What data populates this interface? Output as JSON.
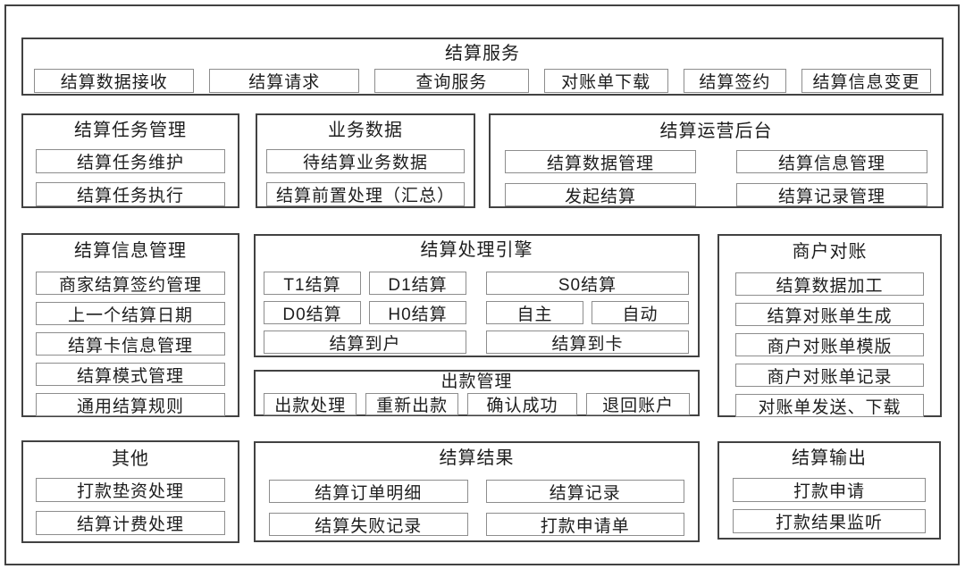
{
  "colors": {
    "frame_border": "#424242",
    "section_border": "#424242",
    "item_border": "#8d8d8d",
    "text": "#1d1d1d",
    "background": "#ffffff"
  },
  "sections": {
    "service": {
      "title": "结算服务",
      "items": [
        "结算数据接收",
        "结算请求",
        "查询服务",
        "对账单下载",
        "结算签约",
        "结算信息变更"
      ]
    },
    "task": {
      "title": "结算任务管理",
      "items": [
        "结算任务维护",
        "结算任务执行"
      ]
    },
    "bizdata": {
      "title": "业务数据",
      "items": [
        "待结算业务数据",
        "结算前置处理（汇总）"
      ]
    },
    "ops": {
      "title": "结算运营后台",
      "items": [
        "结算数据管理",
        "结算信息管理",
        "发起结算",
        "结算记录管理"
      ]
    },
    "info": {
      "title": "结算信息管理",
      "items": [
        "商家结算签约管理",
        "上一个结算日期",
        "结算卡信息管理",
        "结算模式管理",
        "通用结算规则"
      ]
    },
    "engine": {
      "title": "结算处理引擎",
      "items": [
        "T1结算",
        "D1结算",
        "S0结算",
        "D0结算",
        "H0结算",
        "自主",
        "自动",
        "结算到户",
        "结算到卡"
      ]
    },
    "payout": {
      "title": "出款管理",
      "items": [
        "出款处理",
        "重新出款",
        "确认成功",
        "退回账户"
      ]
    },
    "recon": {
      "title": "商户对账",
      "items": [
        "结算数据加工",
        "结算对账单生成",
        "商户对账单模版",
        "商户对账单记录",
        "对账单发送、下载"
      ]
    },
    "other": {
      "title": "其他",
      "items": [
        "打款垫资处理",
        "结算计费处理"
      ]
    },
    "result": {
      "title": "结算结果",
      "items": [
        "结算订单明细",
        "结算记录",
        "结算失败记录",
        "打款申请单"
      ]
    },
    "output": {
      "title": "结算输出",
      "items": [
        "打款申请",
        "打款结果监听"
      ]
    }
  }
}
